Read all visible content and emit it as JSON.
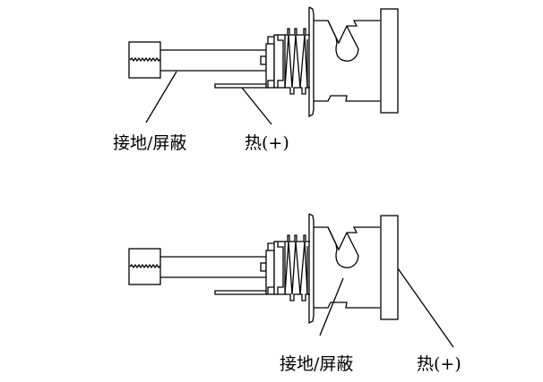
{
  "title": "Audio jack connector wiring diagram",
  "diagrams": [
    {
      "name": "top",
      "labels": {
        "ground_shield": "接地/屏蔽",
        "hot_positive": "热(+)"
      }
    },
    {
      "name": "bottom",
      "labels": {
        "ground_shield": "接地/屏蔽",
        "hot_positive": "热(+)"
      }
    }
  ],
  "colors": {
    "line": "#000000",
    "background": "#ffffff"
  }
}
